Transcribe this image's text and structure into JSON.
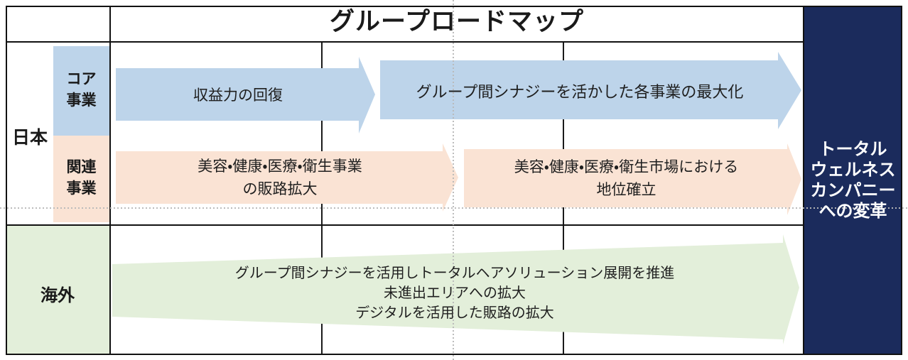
{
  "title": "グループロードマップ",
  "colors": {
    "core_blue": "#BDD4EA",
    "related_peach": "#FAE3D4",
    "overseas_green": "#E3EFDA",
    "goal_navy": "#1B2B5C",
    "border_black": "#111111",
    "guide_gray": "#B9B9B9"
  },
  "rows": {
    "japan": {
      "label": "日本",
      "core": {
        "label": "コア\n事業"
      },
      "related": {
        "label": "関連\n事業"
      }
    },
    "overseas": {
      "label": "海外"
    }
  },
  "arrows": {
    "core1": {
      "text": "収益力の回復"
    },
    "core2": {
      "text": "グループ間シナジーを活かした各事業の最大化"
    },
    "related1": {
      "text": "美容・健康・医療・衛生事業\nの販路拡大"
    },
    "related2": {
      "text": "美容・健康・医療・衛生市場における\n地位確立"
    },
    "overseas": {
      "text": "グループ間シナジーを活用しトータルヘアソリューション展開を推進\n未進出エリアへの拡大\nデジタルを活用した販路の拡大"
    }
  },
  "goal": {
    "text": "トータル\nウェルネス\nカンパニー\nへの変革"
  }
}
